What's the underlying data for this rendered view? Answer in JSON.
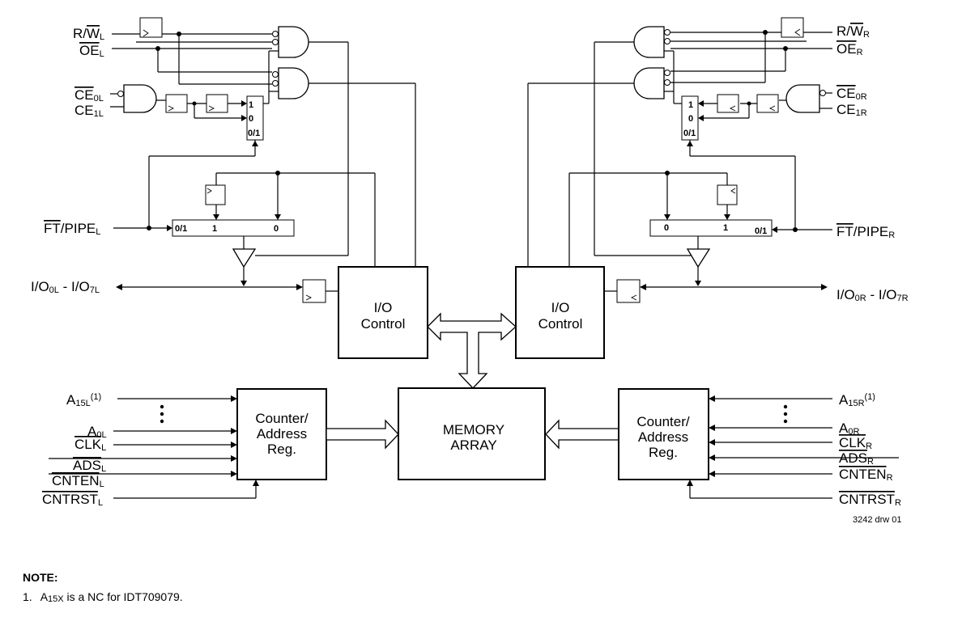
{
  "signals_left": {
    "rw": {
      "main": "R/",
      "bar": "W",
      "sub": "L"
    },
    "oe": {
      "bar": "OE",
      "sub": "L"
    },
    "ce0": {
      "bar": "CE",
      "mid": "0",
      "sub": "L"
    },
    "ce1": {
      "main": "CE",
      "mid": "1",
      "sub": "L"
    },
    "ftpipe": {
      "bar": "FT",
      "main": "/PIPE",
      "sub": "L"
    },
    "io": {
      "a": "I/O",
      "a_sub": "0L",
      "sep": " - I/O",
      "b_sub": "7L"
    },
    "a15": {
      "main": "A",
      "sub": "15L",
      "sup": "(1)"
    },
    "a0": {
      "main": "A",
      "sub": "0L"
    },
    "clk": {
      "bar": "CLK",
      "sub": "L"
    },
    "ads": {
      "bar": "ADS",
      "sub": "L"
    },
    "cnten": {
      "bar": "CNTEN",
      "sub": "L"
    },
    "cntrst": {
      "bar": "CNTRST",
      "sub": "L"
    }
  },
  "signals_right": {
    "rw": {
      "main": "R/",
      "bar": "W",
      "sub": "R"
    },
    "oe": {
      "bar": "OE",
      "sub": "R"
    },
    "ce0": {
      "bar": "CE",
      "mid": "0",
      "sub": "R"
    },
    "ce1": {
      "main": "CE",
      "mid": "1",
      "sub": "R"
    },
    "ftpipe": {
      "bar": "FT",
      "main": "/PIPE",
      "sub": "R"
    },
    "io": {
      "a": "I/O",
      "a_sub": "0R",
      "sep": " - I/O",
      "b_sub": "7R"
    },
    "a15": {
      "main": "A",
      "sub": "15R",
      "sup": "(1)"
    },
    "a0": {
      "main": "A",
      "sub": "0R"
    },
    "clk": {
      "bar": "CLK",
      "sub": "R"
    },
    "ads": {
      "bar": "ADS",
      "sub": "R"
    },
    "cnten": {
      "bar": "CNTEN",
      "sub": "R"
    },
    "cntrst": {
      "bar": "CNTRST",
      "sub": "R"
    }
  },
  "blocks": {
    "io_control": {
      "line1": "I/O",
      "line2": "Control"
    },
    "counter": {
      "line1": "Counter/",
      "line2": "Address",
      "line3": "Reg."
    },
    "memory": {
      "line1": "MEMORY",
      "line2": "ARRAY"
    }
  },
  "mux": {
    "ce_sel": [
      "1",
      "0",
      "0/1"
    ],
    "pipe_sel": [
      "0/1",
      "1",
      "0"
    ]
  },
  "drawing_code": "3242 drw 01",
  "note": {
    "heading": "NOTE:",
    "num": "1.",
    "a": "A",
    "sub": "15X",
    "text": " is a NC for IDT709079."
  }
}
